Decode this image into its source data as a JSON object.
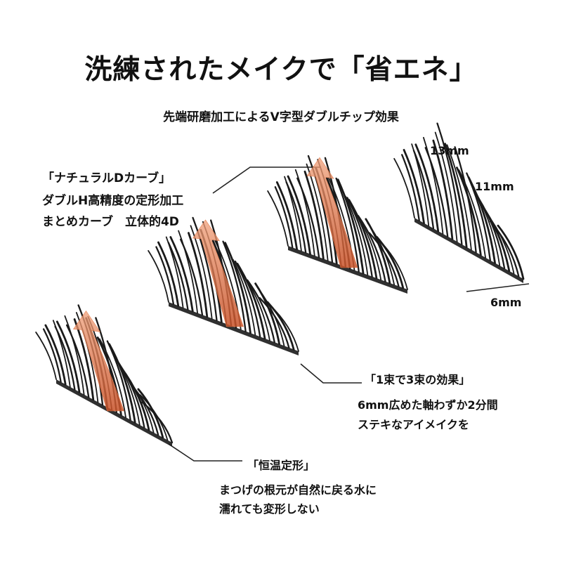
{
  "title": "洗練されたメイクで「省エネ」",
  "subtitle": "先端研磨加工によるV字型ダブルチップ効果",
  "callouts": {
    "natural": {
      "heading": "「ナチュラルDカーブ」",
      "line1": "ダブルH高精度の定形加工",
      "line2": "まとめカーブ　立体的4D"
    },
    "effect": {
      "heading": "「1束で3束の効果」",
      "line1": "6mm広めた軸わずか2分間",
      "line2": "ステキなアイメイクを"
    },
    "shape": {
      "heading": "「恒温定形」",
      "line1": "まつげの根元が自然に戻る水に",
      "line2": "濡れても変形しない"
    }
  },
  "measurements": {
    "long": "13mm",
    "short": "11mm",
    "width": "6mm"
  },
  "colors": {
    "text": "#111111",
    "lash": "#1a1a1a",
    "arrow": "#e0703c",
    "leader": "#222222"
  }
}
